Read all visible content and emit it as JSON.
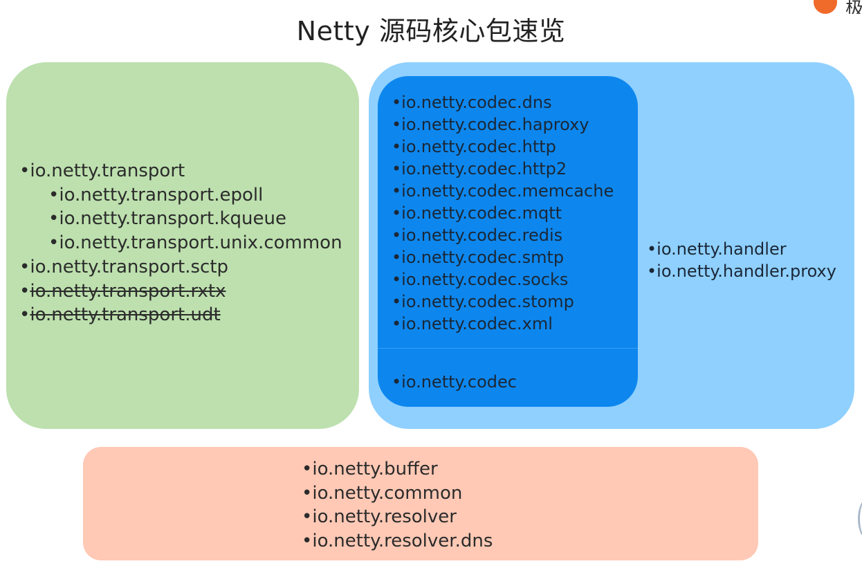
{
  "title": "Netty 源码核心包速览",
  "logo": {
    "text": "极",
    "color": "#f06a2a"
  },
  "colors": {
    "green_box": "#bde0ae",
    "light_blue_box": "#8fd0ff",
    "dark_blue_box": "#0d87ee",
    "salmon_box": "#ffc9b5"
  },
  "bullet": "•",
  "transport": {
    "items": [
      {
        "label": "io.netty.transport",
        "indent": false,
        "strikethrough": false
      },
      {
        "label": "io.netty.transport.epoll",
        "indent": true,
        "strikethrough": false
      },
      {
        "label": "io.netty.transport.kqueue",
        "indent": true,
        "strikethrough": false
      },
      {
        "label": "io.netty.transport.unix.common",
        "indent": true,
        "strikethrough": false
      },
      {
        "label": "io.netty.transport.sctp",
        "indent": false,
        "strikethrough": false
      },
      {
        "label": "io.netty.transport.rxtx",
        "indent": false,
        "strikethrough": true
      },
      {
        "label": "io.netty.transport.udt",
        "indent": false,
        "strikethrough": true
      }
    ]
  },
  "codec": {
    "items": [
      "io.netty.codec.dns",
      "io.netty.codec.haproxy",
      "io.netty.codec.http",
      "io.netty.codec.http2",
      "io.netty.codec.memcache",
      "io.netty.codec.mqtt",
      "io.netty.codec.redis",
      "io.netty.codec.smtp",
      "io.netty.codec.socks",
      "io.netty.codec.stomp",
      "io.netty.codec.xml"
    ],
    "base": "io.netty.codec"
  },
  "handler": {
    "items": [
      "io.netty.handler",
      "io.netty.handler.proxy"
    ]
  },
  "common": {
    "items": [
      "io.netty.buffer",
      "io.netty.common",
      "io.netty.resolver",
      "io.netty.resolver.dns"
    ]
  }
}
